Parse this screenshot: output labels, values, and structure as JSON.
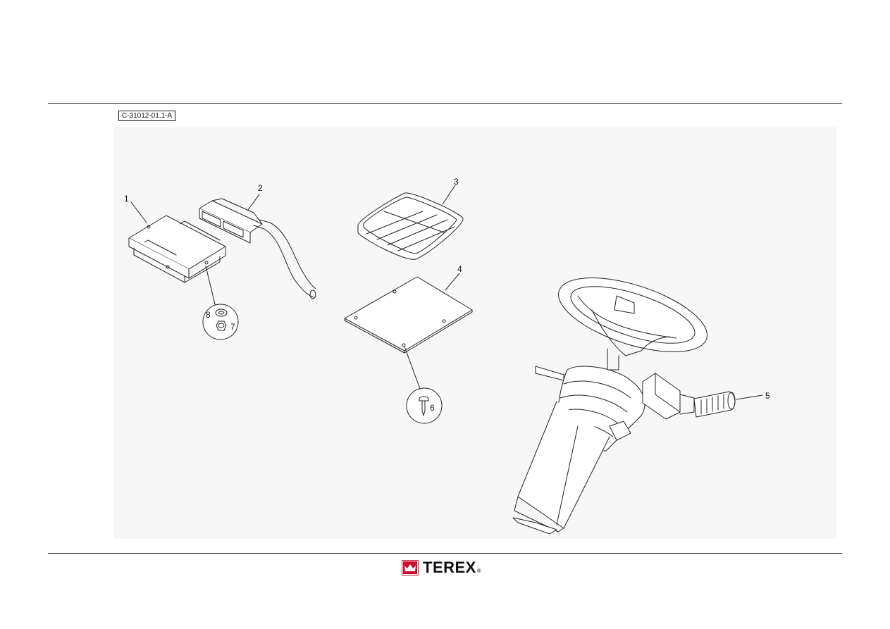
{
  "drawing_id": "C-31012-01.1-A",
  "callouts": [
    "1",
    "2",
    "3",
    "4",
    "5",
    "6",
    "7",
    "8"
  ],
  "logo": {
    "text": "TEREX",
    "reg_mark": "®",
    "color": "#c8102e"
  }
}
